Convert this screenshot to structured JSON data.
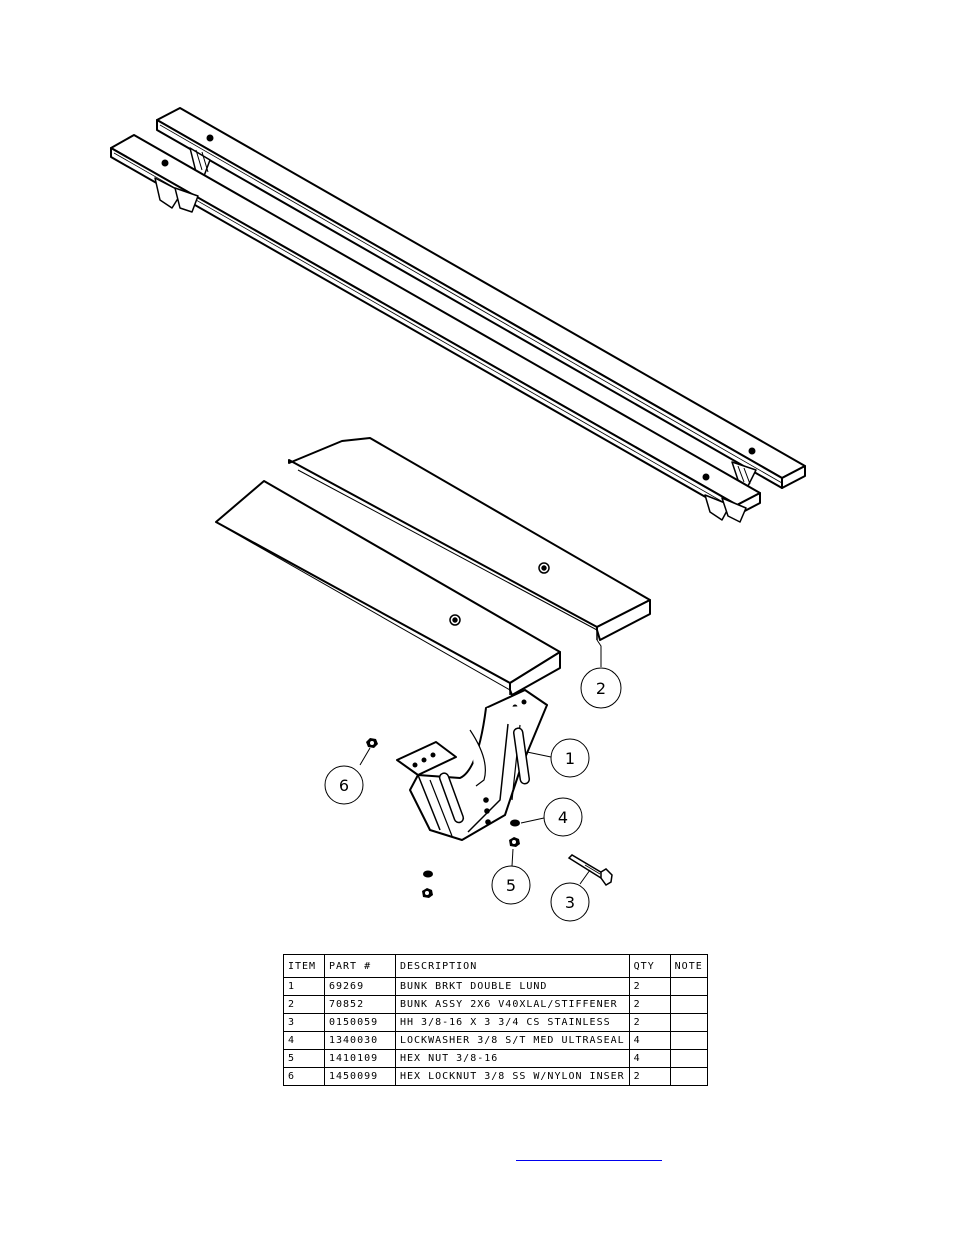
{
  "callouts": [
    {
      "label": "1",
      "part": "69269"
    },
    {
      "label": "2",
      "part": "70852"
    },
    {
      "label": "3",
      "part": "0150059"
    },
    {
      "label": "4",
      "part": "1340030"
    },
    {
      "label": "5",
      "part": "1410109"
    },
    {
      "label": "6",
      "part": "1450099"
    }
  ],
  "table": {
    "headers": {
      "item": "ITEM",
      "part": "PART #",
      "description": "DESCRIPTION",
      "qty": "QTY",
      "note": "NOTE"
    },
    "rows": [
      {
        "item": "1",
        "part": "69269",
        "description": "BUNK BRKT DOUBLE LUND",
        "qty": "2",
        "note": ""
      },
      {
        "item": "2",
        "part": "70852",
        "description": "BUNK ASSY 2X6 V40XLAL/STIFFENER",
        "qty": "2",
        "note": ""
      },
      {
        "item": "3",
        "part": "0150059",
        "description": "HH 3/8-16 X 3 3/4 CS STAINLESS",
        "qty": "2",
        "note": ""
      },
      {
        "item": "4",
        "part": "1340030",
        "description": "LOCKWASHER 3/8 S/T MED ULTRASEAL",
        "qty": "4",
        "note": ""
      },
      {
        "item": "5",
        "part": "1410109",
        "description": "HEX NUT 3/8-16",
        "qty": "4",
        "note": ""
      },
      {
        "item": "6",
        "part": "1450099",
        "description": "HEX LOCKNUT 3/8 SS W/NYLON INSER",
        "qty": "2",
        "note": ""
      }
    ]
  },
  "link": {
    "text": ""
  },
  "colors": {
    "line": "#000000",
    "background": "#ffffff",
    "link": "#0000ee"
  }
}
